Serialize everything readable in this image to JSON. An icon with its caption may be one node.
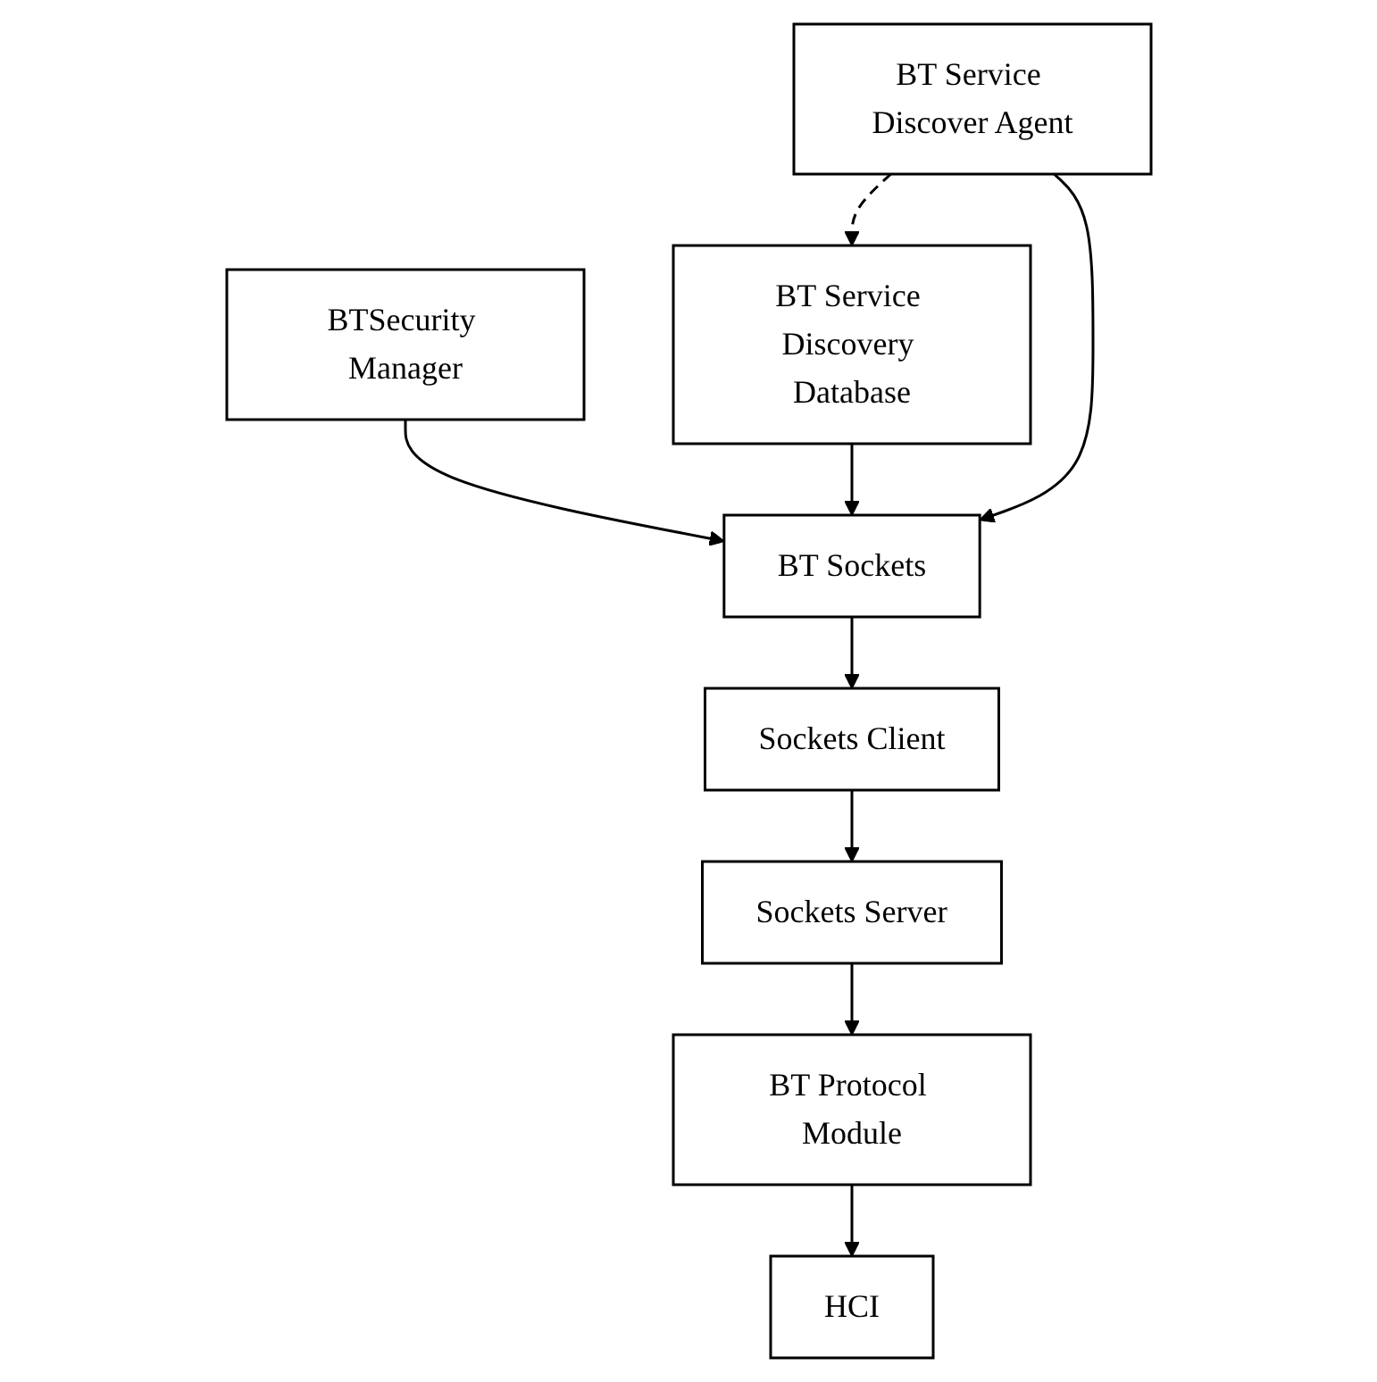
{
  "diagram": {
    "nodes": [
      {
        "text": [
          "BTSecurity Manager"
        ]
      },
      {
        "text": [
          "BT Service Discovery Database"
        ]
      },
      {
        "text": [
          "BT Service Discover Agent"
        ]
      },
      {
        "text": [
          "BT Sockets"
        ]
      },
      {
        "text": [
          "Sockets Client"
        ]
      },
      {
        "text": [
          "Sockets Server"
        ]
      },
      {
        "text": [
          "BT Protocol Module"
        ]
      },
      {
        "text": [
          "HCI"
        ]
      }
    ],
    "edges": [
      {
        "from": 2,
        "to": 1,
        "arrow": "to",
        "style": "dashed"
      },
      {
        "from": 0,
        "to": 3,
        "arrow": "to"
      },
      {
        "from": 1,
        "to": 3,
        "arrow": "to"
      },
      {
        "from": 2,
        "to": 3,
        "arrow": "to"
      },
      {
        "from": 3,
        "to": 4,
        "arrow": "to"
      },
      {
        "from": 4,
        "to": 5,
        "arrow": "to"
      },
      {
        "from": 5,
        "to": 6,
        "arrow": "to"
      },
      {
        "from": 6,
        "to": 7,
        "arrow": "to"
      }
    ]
  }
}
